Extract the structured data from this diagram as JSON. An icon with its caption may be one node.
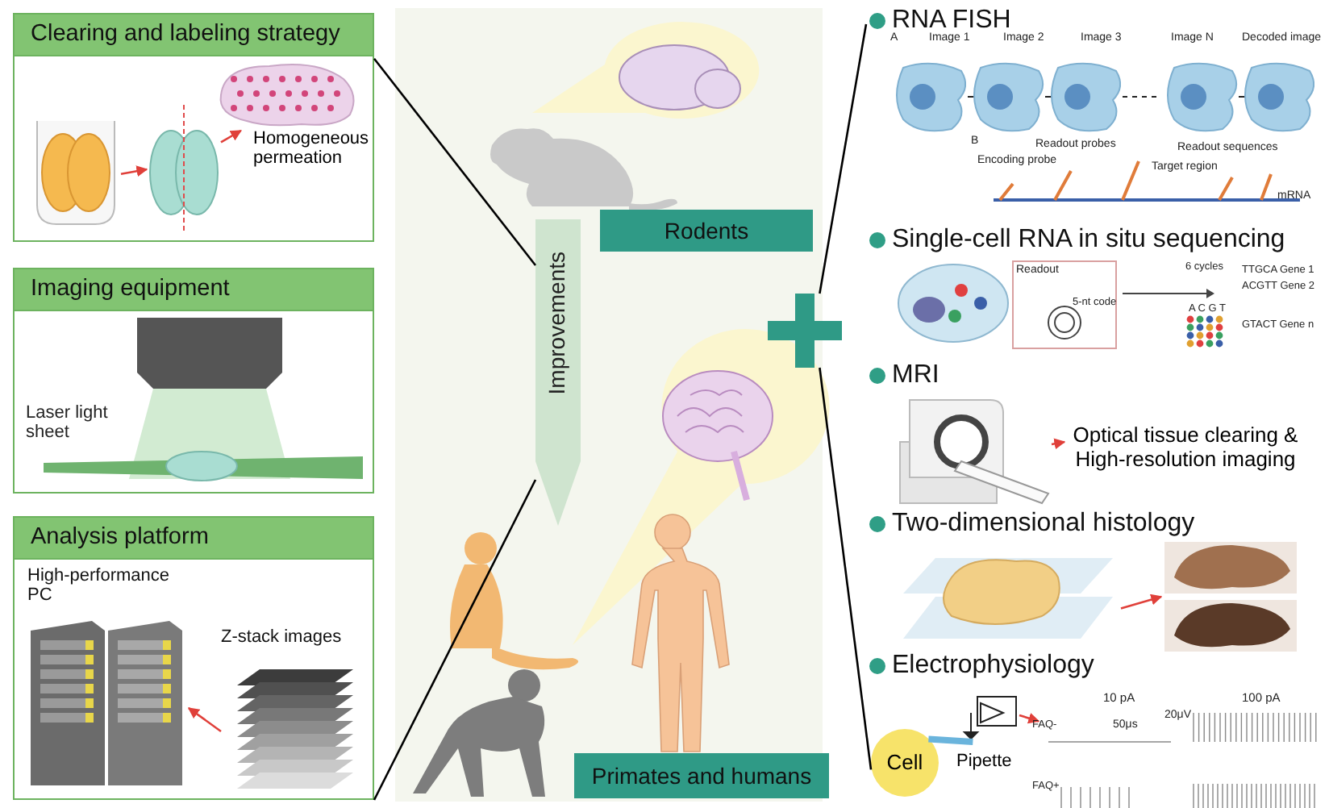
{
  "diagram": {
    "nodes": [
      {
        "text": [
          "Clearing and labeling strategy"
        ]
      },
      {
        "text": [],
        "shape": "picture",
        "in": 0
      },
      {
        "text": [],
        "shape": "picture",
        "in": 0
      },
      {
        "text": [],
        "shape": "picture",
        "in": 0
      },
      {
        "text": [
          "Imaging equipment"
        ]
      },
      {
        "text": [
          "Analysis platform"
        ]
      },
      {
        "text": [
          "High-performance PC"
        ],
        "in": 5
      },
      {
        "text": [
          "Z-stack images"
        ],
        "in": 5
      },
      {
        "text": [
          "Improvements"
        ]
      },
      {
        "text": [
          "Rodents"
        ]
      },
      {
        "text": [
          "Primates and humans"
        ]
      },
      {
        "text": [],
        "shape": "plus"
      },
      {
        "text": [
          "RNA FISH"
        ]
      },
      {
        "text": [
          "Single-cell RNA in situ sequencing"
        ]
      },
      {
        "text": [
          "MRI"
        ]
      },
      {
        "text": [],
        "shape": "picture"
      },
      {
        "text": [
          "Optical tissue clearing & High-resolution imaging"
        ]
      },
      {
        "text": [
          "Two-dimensional histology"
        ]
      },
      {
        "text": [],
        "shape": "picture"
      },
      {
        "text": [],
        "shape": "picture"
      },
      {
        "text": [
          "Electrophysiology"
        ]
      },
      {
        "text": [
          "Cell"
        ]
      },
      {
        "text": [],
        "shape": "picture"
      },
      {
        "text": [],
        "shape": "picture"
      }
    ],
    "edges": [
      {
        "from": 1,
        "to": 2,
        "arrow": "to"
      },
      {
        "from": 2,
        "to": 3,
        "arrow": "to",
        "label": "Homogeneous permeation"
      },
      {
        "from": 7,
        "to": 6,
        "arrow": "to"
      },
      {
        "from": 0,
        "to": 8,
        "arrow": "none",
        "color": "#000000"
      },
      {
        "from": 5,
        "to": 8,
        "arrow": "none",
        "color": "#000000"
      },
      {
        "from": 11,
        "to": 12,
        "arrow": "none",
        "color": "#000000"
      },
      {
        "from": 11,
        "to": 21,
        "arrow": "none",
        "color": "#000000"
      },
      {
        "from": 15,
        "to": 16,
        "arrow": "to"
      },
      {
        "from": 18,
        "to": 19,
        "arrow": "to"
      },
      {
        "from": 21,
        "to": 22,
        "arrow": "none",
        "label": "Pipette",
        "style": "thick",
        "color": "#6ab4dc"
      },
      {
        "from": 22,
        "to": 23,
        "arrow": "to"
      }
    ],
    "labels": [
      "Laser light sheet",
      "A",
      "Image 1",
      "Image 2",
      "Image 3",
      "Image N",
      "Decoded image",
      "B",
      "Encoding probe",
      "Readout probes",
      "Target region",
      "Readout sequences",
      "mRNA",
      "Readout",
      "5-nt code",
      "6 cycles",
      "TTGCA Gene 1",
      "ACGTT Gene 2",
      "GTACT Gene n",
      "A C G T",
      "10 pA",
      "100 pA",
      "50μs",
      "20μV",
      "FAQ-",
      "FAQ+"
    ]
  }
}
